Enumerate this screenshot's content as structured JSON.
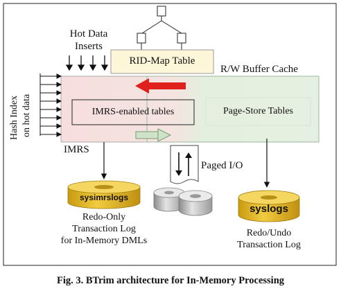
{
  "hot_data_inserts": [
    "Hot Data",
    "Inserts"
  ],
  "rid_map_table": "RID-Map Table",
  "rw_buffer_cache": "R/W Buffer Cache",
  "hash_index": [
    "Hash Index",
    "on hot data"
  ],
  "imrs_enabled_tables": "IMRS-enabled tables",
  "page_store_tables": "Page-Store Tables",
  "imrs": "IMRS",
  "paged_io": "Paged I/O",
  "sysimrslogs": "sysimrslogs",
  "syslogs": "syslogs",
  "redo_only_log": [
    "Redo-Only",
    "Transaction Log",
    "for In-Memory DMLs"
  ],
  "redo_undo_log": [
    "Redo/Undo",
    "Transaction Log"
  ],
  "caption": "Fig. 3. BTrim architecture for In-Memory Processing",
  "colors": {
    "imrs_pink": "#f7e0e0",
    "buffer_green": "#e2efdf",
    "rid_yellow": "#fdf6d8",
    "log_gold": "#e8b820",
    "red_arrow": "#e0201c"
  }
}
